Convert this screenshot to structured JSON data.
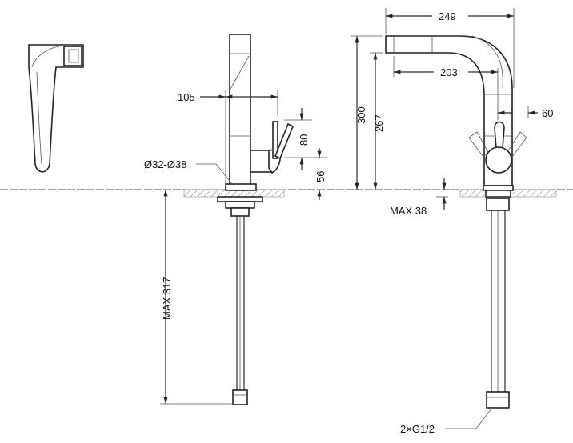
{
  "drawing": {
    "title": "Faucet technical drawing",
    "dimensions": {
      "spout_reach_total": "249",
      "spout_reach_inner": "203",
      "height_total": "300",
      "height_spout": "267",
      "lever_offset": "60",
      "max_counter_thickness": "MAX 38",
      "side_reach": "105",
      "lever_height": "80",
      "lever_base_height": "56",
      "hole_diameter": "Ø32-Ø38",
      "max_hose_length": "MAX 317",
      "connections": "2×G1/2"
    }
  }
}
